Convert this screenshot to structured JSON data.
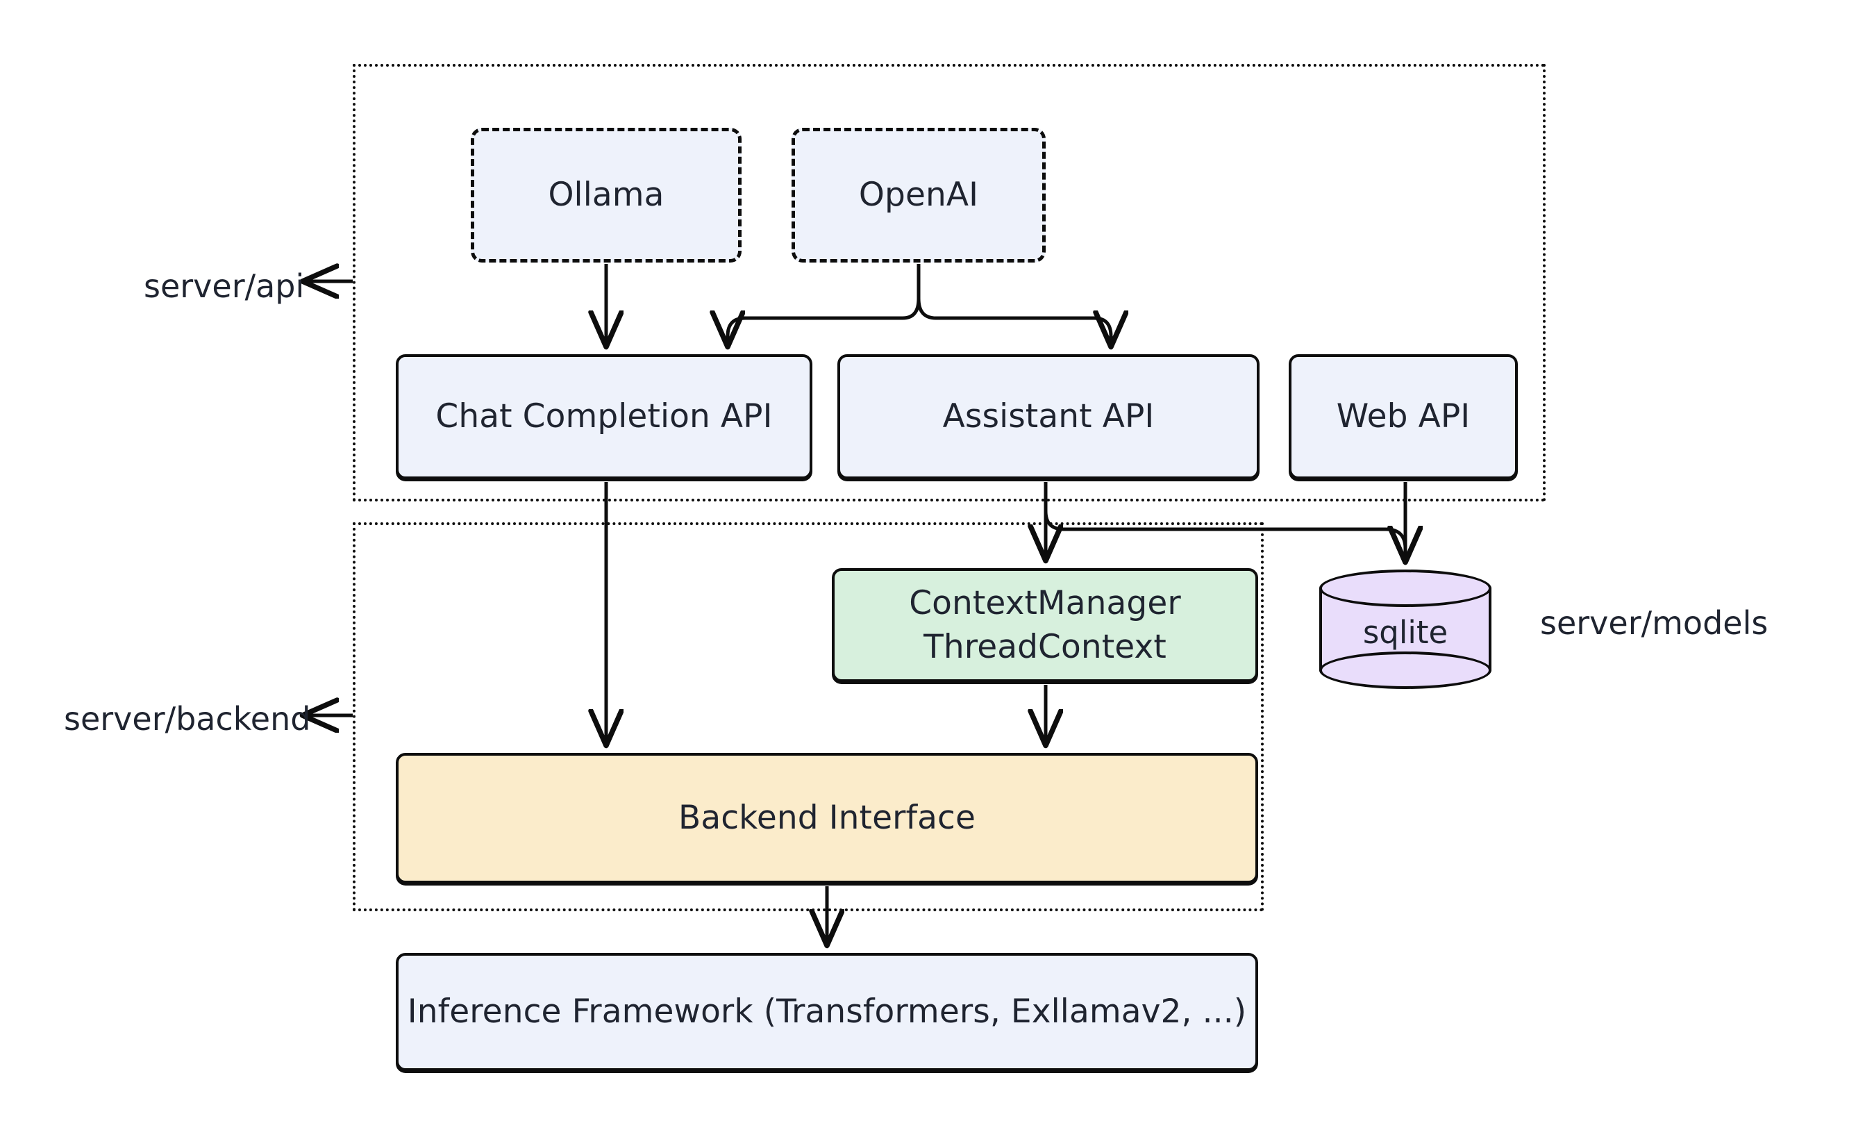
{
  "diagram": {
    "type": "architecture-flowchart",
    "background_color": "#ffffff",
    "stroke_color": "#0d0d0d",
    "text_color": "#1f2430",
    "groups": [
      {
        "id": "server-api",
        "label": "server/api",
        "border_style": "dotted",
        "contains": [
          "Ollama",
          "OpenAI",
          "Chat Completion API",
          "Assistant API",
          "Web API"
        ]
      },
      {
        "id": "server-backend",
        "label": "server/backend",
        "border_style": "dotted",
        "contains": [
          "ContextManager ThreadContext",
          "Backend Interface"
        ]
      },
      {
        "id": "server-models",
        "label": "server/models",
        "border_style": "none",
        "contains": [
          "sqlite"
        ]
      }
    ],
    "nodes": {
      "ollama": {
        "label": "Ollama",
        "shape": "rounded-rect",
        "border": "dashed",
        "fill": "#eef2fb"
      },
      "openai": {
        "label": "OpenAI",
        "shape": "rounded-rect",
        "border": "dashed",
        "fill": "#eef2fb"
      },
      "chat_completion_api": {
        "label": "Chat Completion API",
        "shape": "rounded-rect",
        "border": "solid",
        "fill": "#eef2fb"
      },
      "assistant_api": {
        "label": "Assistant API",
        "shape": "rounded-rect",
        "border": "solid",
        "fill": "#eef2fb"
      },
      "web_api": {
        "label": "Web API",
        "shape": "rounded-rect",
        "border": "solid",
        "fill": "#eef2fb"
      },
      "context_manager": {
        "label_line1": "ContextManager",
        "label_line2": "ThreadContext",
        "shape": "rounded-rect",
        "border": "solid",
        "fill": "#d7f0dd"
      },
      "sqlite": {
        "label": "sqlite",
        "shape": "cylinder",
        "border": "solid",
        "fill": "#e9ddfb"
      },
      "backend_interface": {
        "label": "Backend Interface",
        "shape": "rounded-rect",
        "border": "solid",
        "fill": "#fbeccb"
      },
      "inference_framework": {
        "label": "Inference Framework (Transformers, Exllamav2, ...)",
        "shape": "rounded-rect",
        "border": "solid",
        "fill": "#eef2fb"
      }
    },
    "edges": [
      {
        "from": "ollama",
        "to": "chat_completion_api",
        "arrow": "end"
      },
      {
        "from": "openai",
        "to": "chat_completion_api",
        "arrow": "end"
      },
      {
        "from": "openai",
        "to": "assistant_api",
        "arrow": "end"
      },
      {
        "from": "chat_completion_api",
        "to": "backend_interface",
        "arrow": "end"
      },
      {
        "from": "assistant_api",
        "to": "context_manager",
        "arrow": "end"
      },
      {
        "from": "assistant_api",
        "to": "sqlite",
        "arrow": "end"
      },
      {
        "from": "web_api",
        "to": "sqlite",
        "arrow": "end"
      },
      {
        "from": "context_manager",
        "to": "backend_interface",
        "arrow": "end"
      },
      {
        "from": "backend_interface",
        "to": "inference_framework",
        "arrow": "end"
      }
    ],
    "group_labels": {
      "api": "server/api",
      "backend": "server/backend",
      "models": "server/models"
    }
  }
}
